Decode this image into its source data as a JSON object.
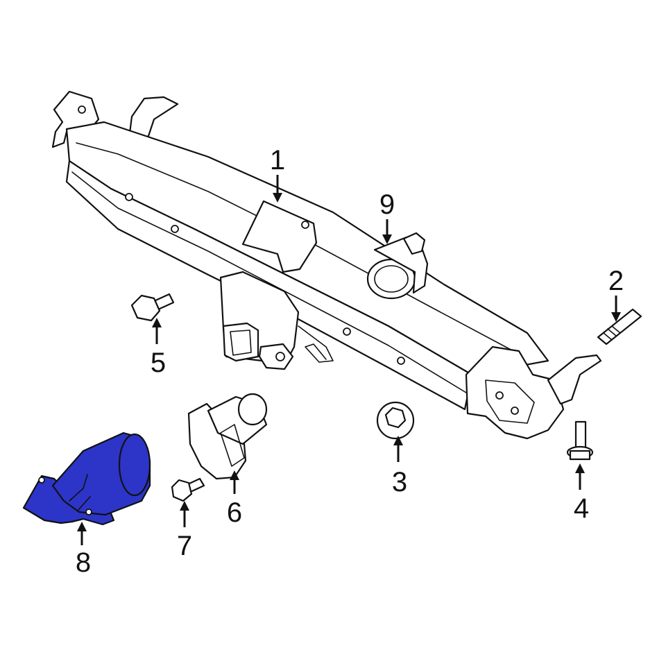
{
  "callouts": {
    "c1": "1",
    "c2": "2",
    "c3": "3",
    "c4": "4",
    "c5": "5",
    "c6": "6",
    "c7": "7",
    "c8": "8",
    "c9": "9"
  },
  "highlighted_part": "8",
  "colors": {
    "highlight": "#2c35c8",
    "line": "#111111",
    "background": "#ffffff"
  }
}
